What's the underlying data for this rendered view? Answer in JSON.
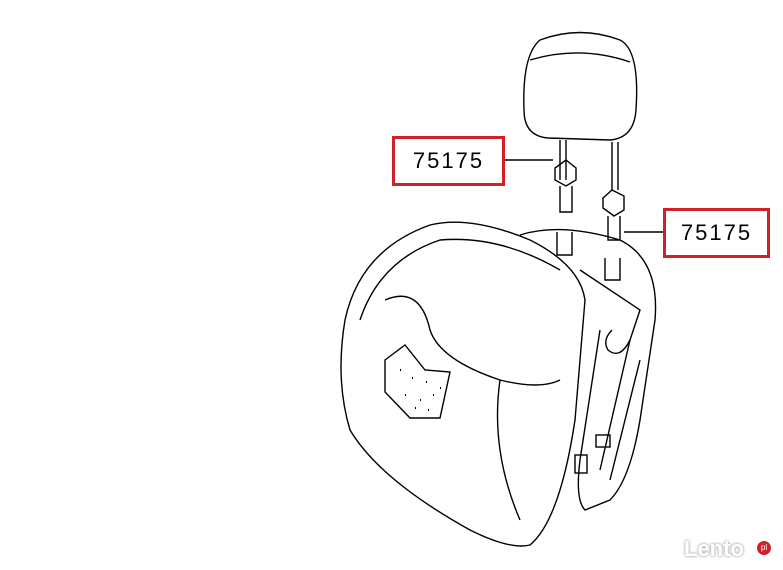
{
  "callouts": [
    {
      "part_number": "75175"
    },
    {
      "part_number": "75175"
    }
  ],
  "watermark": {
    "text": "Lento",
    "badge": "pl",
    "color": "#d0202a"
  },
  "colors": {
    "callout_border": "#d0202a",
    "line": "#000000"
  }
}
